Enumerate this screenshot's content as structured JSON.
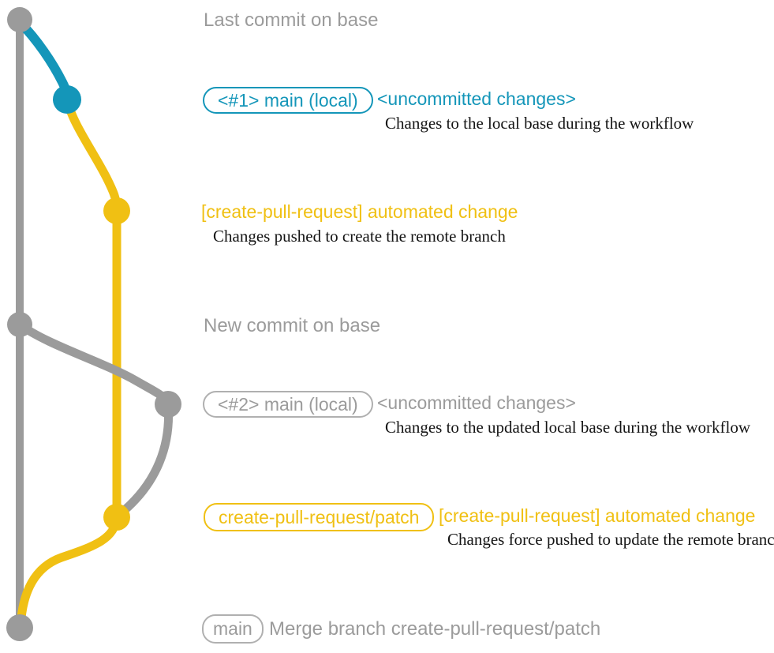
{
  "colors": {
    "gray": "#9b9b9b",
    "gray_border": "#b0b0b0",
    "teal": "#1496b9",
    "yellow": "#f0c013",
    "ink": "#141414",
    "background": "#ffffff"
  },
  "graph": {
    "type": "git-commit-graph",
    "branches": [
      {
        "name": "base",
        "color_key": "gray"
      },
      {
        "name": "main (local)",
        "color_key": "teal then gray"
      },
      {
        "name": "create-pull-request/patch",
        "color_key": "yellow"
      }
    ],
    "commits": [
      {
        "order": 1,
        "dot_color": "gray",
        "annotation": "Last commit on base"
      },
      {
        "order": 2,
        "dot_color": "teal",
        "annotation": "<#1> main (local) / <uncommitted changes>"
      },
      {
        "order": 3,
        "dot_color": "yellow",
        "annotation": "[create-pull-request] automated change"
      },
      {
        "order": 4,
        "dot_color": "gray",
        "annotation": "New commit on base"
      },
      {
        "order": 5,
        "dot_color": "gray",
        "annotation": "<#2> main (local) / <uncommitted changes>"
      },
      {
        "order": 6,
        "dot_color": "yellow",
        "annotation": "create-pull-request/patch / [create-pull-request] automated change"
      },
      {
        "order": 7,
        "dot_color": "gray",
        "annotation": "main / Merge branch create-pull-request/patch"
      }
    ]
  },
  "annotations": {
    "last_commit": {
      "label": "Last commit on base"
    },
    "commit1": {
      "branch_tag": "<#1> main (local)",
      "status": "<uncommitted changes>",
      "description": "Changes to the local base during the workflow"
    },
    "commit2": {
      "message": "[create-pull-request] automated change",
      "description": "Changes pushed to create the remote branch"
    },
    "new_commit": {
      "label": "New commit on base"
    },
    "commit3": {
      "branch_tag": "<#2> main (local)",
      "status": "<uncommitted changes>",
      "description": "Changes to the updated local base during the workflow"
    },
    "commit4": {
      "branch_tag": "create-pull-request/patch",
      "message": "[create-pull-request] automated change",
      "description": "Changes force pushed to update the remote branch"
    },
    "merge_commit": {
      "branch_tag": "main",
      "message": "Merge branch create-pull-request/patch"
    }
  }
}
